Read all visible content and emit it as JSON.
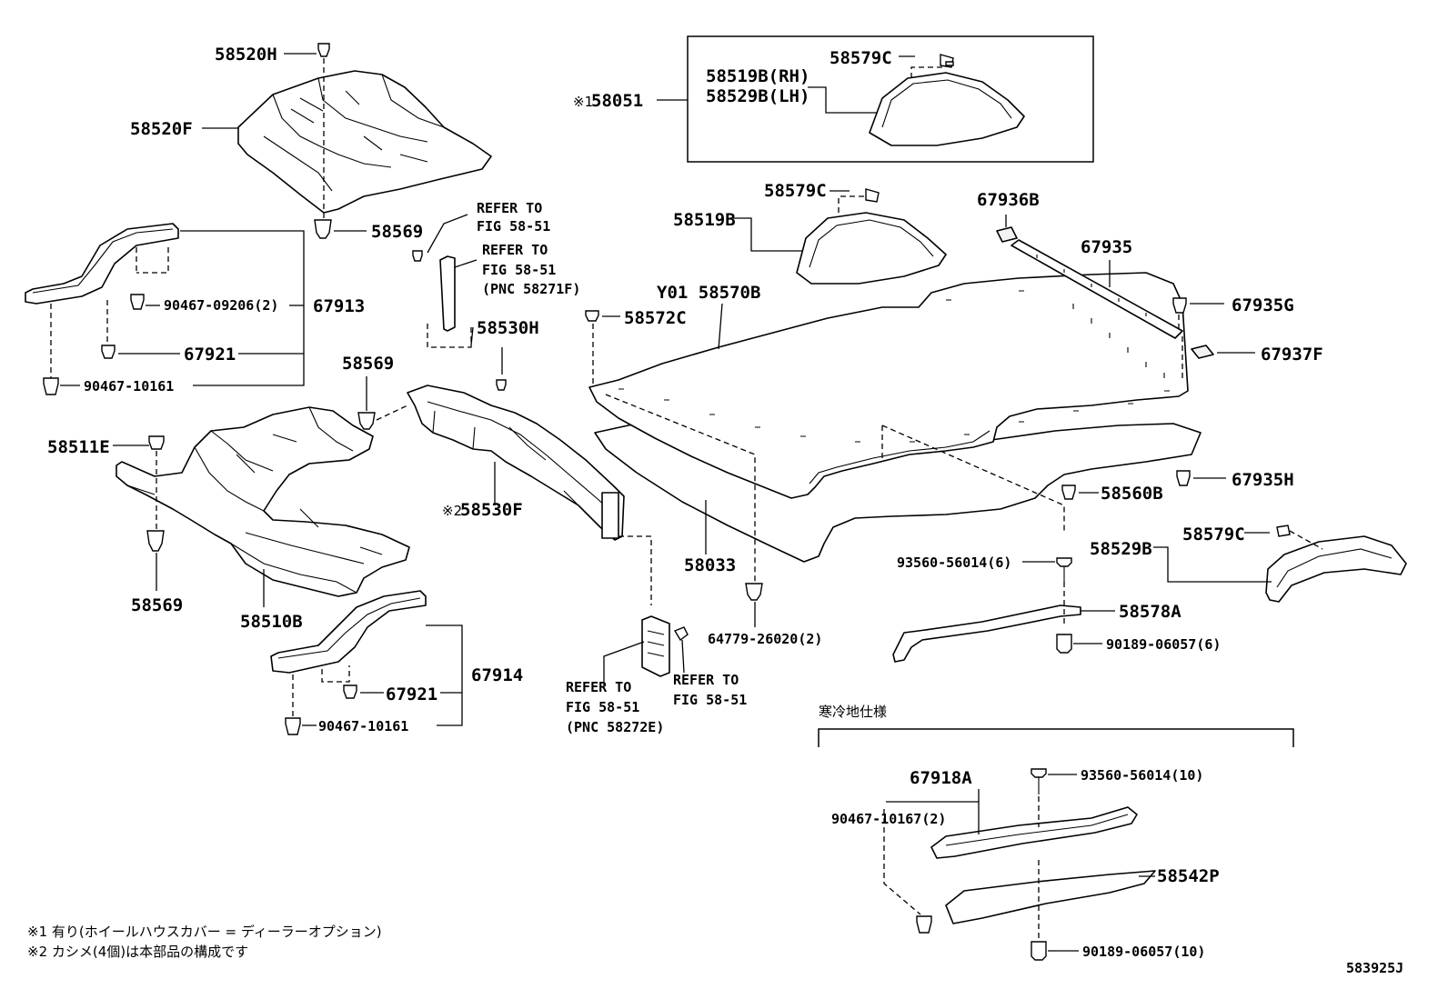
{
  "labels": {
    "p58520H": "58520H",
    "p58520F": "58520F",
    "p58569_top": "58569",
    "p67913": "67913",
    "p90467_09206": "90467-09206(2)",
    "p67921_top": "67921",
    "p90467_10161_top": "90467-10161",
    "refer1_line1": "REFER TO",
    "refer1_line2": "FIG 58-51",
    "refer2_line1": "REFER TO",
    "refer2_line2": "FIG 58-51",
    "refer2_line3": "(PNC 58271F)",
    "p58530H": "58530H",
    "p58569_mid": "58569",
    "p58511E": "58511E",
    "p58530F": "58530F",
    "mark2_58530F": "※2",
    "p58569_low": "58569",
    "p58510B": "58510B",
    "p67914": "67914",
    "p67921_low": "67921",
    "p90467_10161_low": "90467-10161",
    "refer3_line1": "REFER TO",
    "refer3_line2": "FIG 58-51",
    "refer3_line3": "(PNC 58272E)",
    "refer4_line1": "REFER TO",
    "refer4_line2": "FIG 58-51",
    "mark1_58051": "※1",
    "p58051": "58051",
    "p58519B_RH": "58519B(RH)",
    "p58529B_LH": "58529B(LH)",
    "p58579C_box": "58579C",
    "p58579C_mid": "58579C",
    "p58519B": "58519B",
    "p58570B": "Y01 58570B",
    "p58572C": "58572C",
    "p58033": "58033",
    "p64779": "64779-26020(2)",
    "p67936B": "67936B",
    "p67935": "67935",
    "p67935G": "67935G",
    "p67937F": "67937F",
    "p67935H": "67935H",
    "p58560B": "58560B",
    "p58579C_low": "58579C",
    "p58529B": "58529B",
    "p93560_6": "93560-56014(6)",
    "p58578A": "58578A",
    "p90189_6": "90189-06057(6)",
    "cold_spec": "寒冷地仕様",
    "p67918A": "67918A",
    "p93560_10": "93560-56014(10)",
    "p90467_10167": "90467-10167(2)",
    "p58542P": "58542P",
    "p90189_10": "90189-06057(10)"
  },
  "footnotes": {
    "note1": "※1 有り(ホイールハウスカバー = ディーラーオプション)",
    "note2": "※2 カシメ(4個)は本部品の構成です"
  },
  "diagram_code": "583925J"
}
